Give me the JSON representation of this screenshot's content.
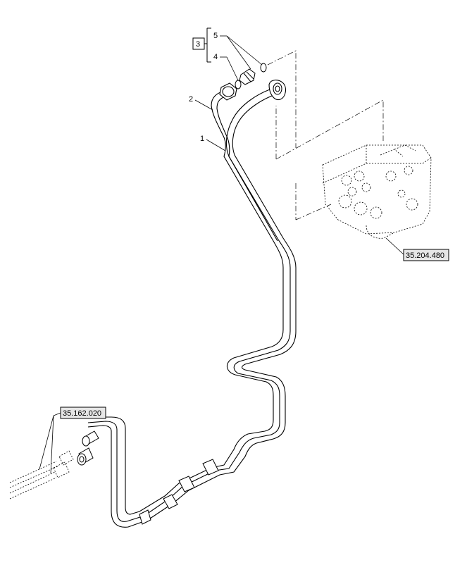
{
  "callouts": {
    "item1": "1",
    "item2": "2",
    "item3": "3",
    "item4": "4",
    "item5": "5"
  },
  "references": {
    "valve_ref": "35.204.480",
    "coupler_ref": "35.162.020"
  },
  "colors": {
    "line": "#000000",
    "background": "#ffffff",
    "ref_box_fill": "#e6e6e6"
  }
}
